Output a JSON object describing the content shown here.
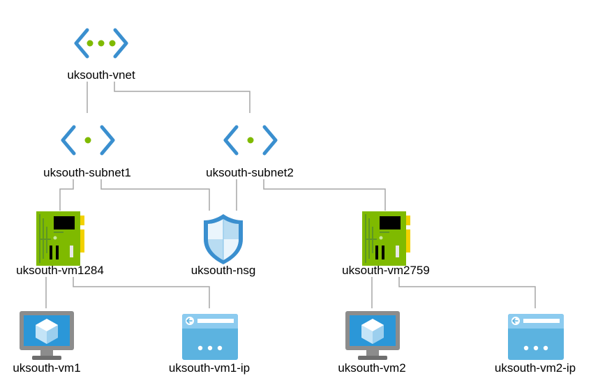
{
  "colors": {
    "connector": "#a6a6a6",
    "vnet_bracket": "#3a8fcf",
    "vnet_dot": "#7fba00",
    "nic_green": "#7fba00",
    "nic_dark": "#5e9624",
    "nic_gold": "#f2d100",
    "shield": "#3a8fcf",
    "monitor_frame": "#8c8c8c",
    "screen_blue": "#2b97d8",
    "ip_window": "#5cb3e0"
  },
  "nodes": {
    "vnet": {
      "label": "uksouth-vnet",
      "icon": "virtual-network-icon"
    },
    "subnet1": {
      "label": "uksouth-subnet1",
      "icon": "subnet-icon"
    },
    "subnet2": {
      "label": "uksouth-subnet2",
      "icon": "subnet-icon"
    },
    "nic1": {
      "label": "uksouth-vm1284",
      "icon": "network-interface-icon"
    },
    "nsg": {
      "label": "uksouth-nsg",
      "icon": "network-security-group-icon"
    },
    "nic2": {
      "label": "uksouth-vm2759",
      "icon": "network-interface-icon"
    },
    "vm1": {
      "label": "uksouth-vm1",
      "icon": "virtual-machine-icon"
    },
    "ip1": {
      "label": "uksouth-vm1-ip",
      "icon": "public-ip-icon"
    },
    "vm2": {
      "label": "uksouth-vm2",
      "icon": "virtual-machine-icon"
    },
    "ip2": {
      "label": "uksouth-vm2-ip",
      "icon": "public-ip-icon"
    }
  }
}
